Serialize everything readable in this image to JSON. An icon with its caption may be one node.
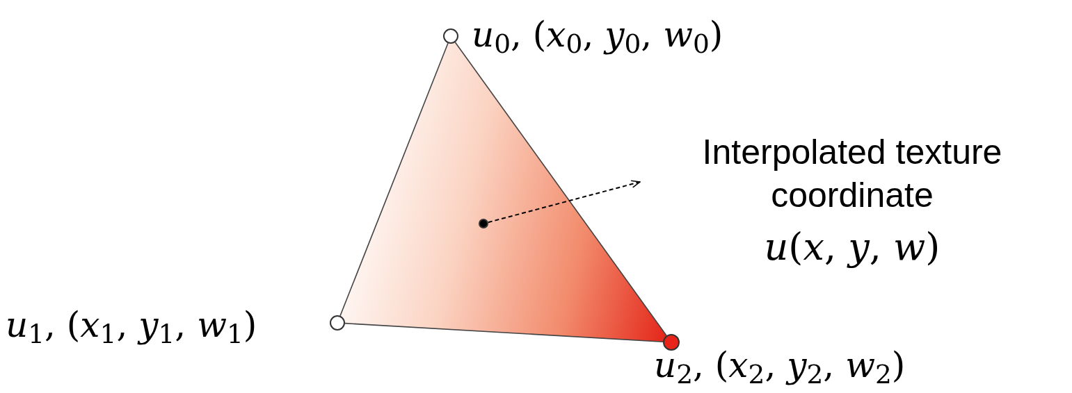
{
  "diagram": {
    "nodes": [
      {
        "text": [],
        "shape": "circle",
        "beside": [
          "*u*$_{0}$, (*x*$_{0}$, *y*$_{0}$, *w*$_{0}$)"
        ]
      },
      {
        "text": [],
        "shape": "circle",
        "beside": [
          "*u*$_{1}$, (*x*$_{1}$, *y*$_{1}$, *w*$_{1}$)"
        ]
      },
      {
        "text": [],
        "shape": "circle",
        "beside": [
          "*u*$_{2}$, (*x*$_{2}$, *y*$_{2}$, *w*$_{2}$)"
        ]
      },
      {
        "text": [],
        "shape": "circle"
      },
      {
        "text": [
          "Interpolated texture coordinate",
          "*u*(*x*, *y*, *w*)"
        ]
      }
    ],
    "edges": [
      {
        "from": 0,
        "to": 1,
        "arrow": "none"
      },
      {
        "from": 1,
        "to": 2,
        "arrow": "none"
      },
      {
        "from": 2,
        "to": 0,
        "arrow": "none"
      },
      {
        "from": 3,
        "to": 4,
        "arrow": "to",
        "style": "dashed"
      }
    ]
  }
}
